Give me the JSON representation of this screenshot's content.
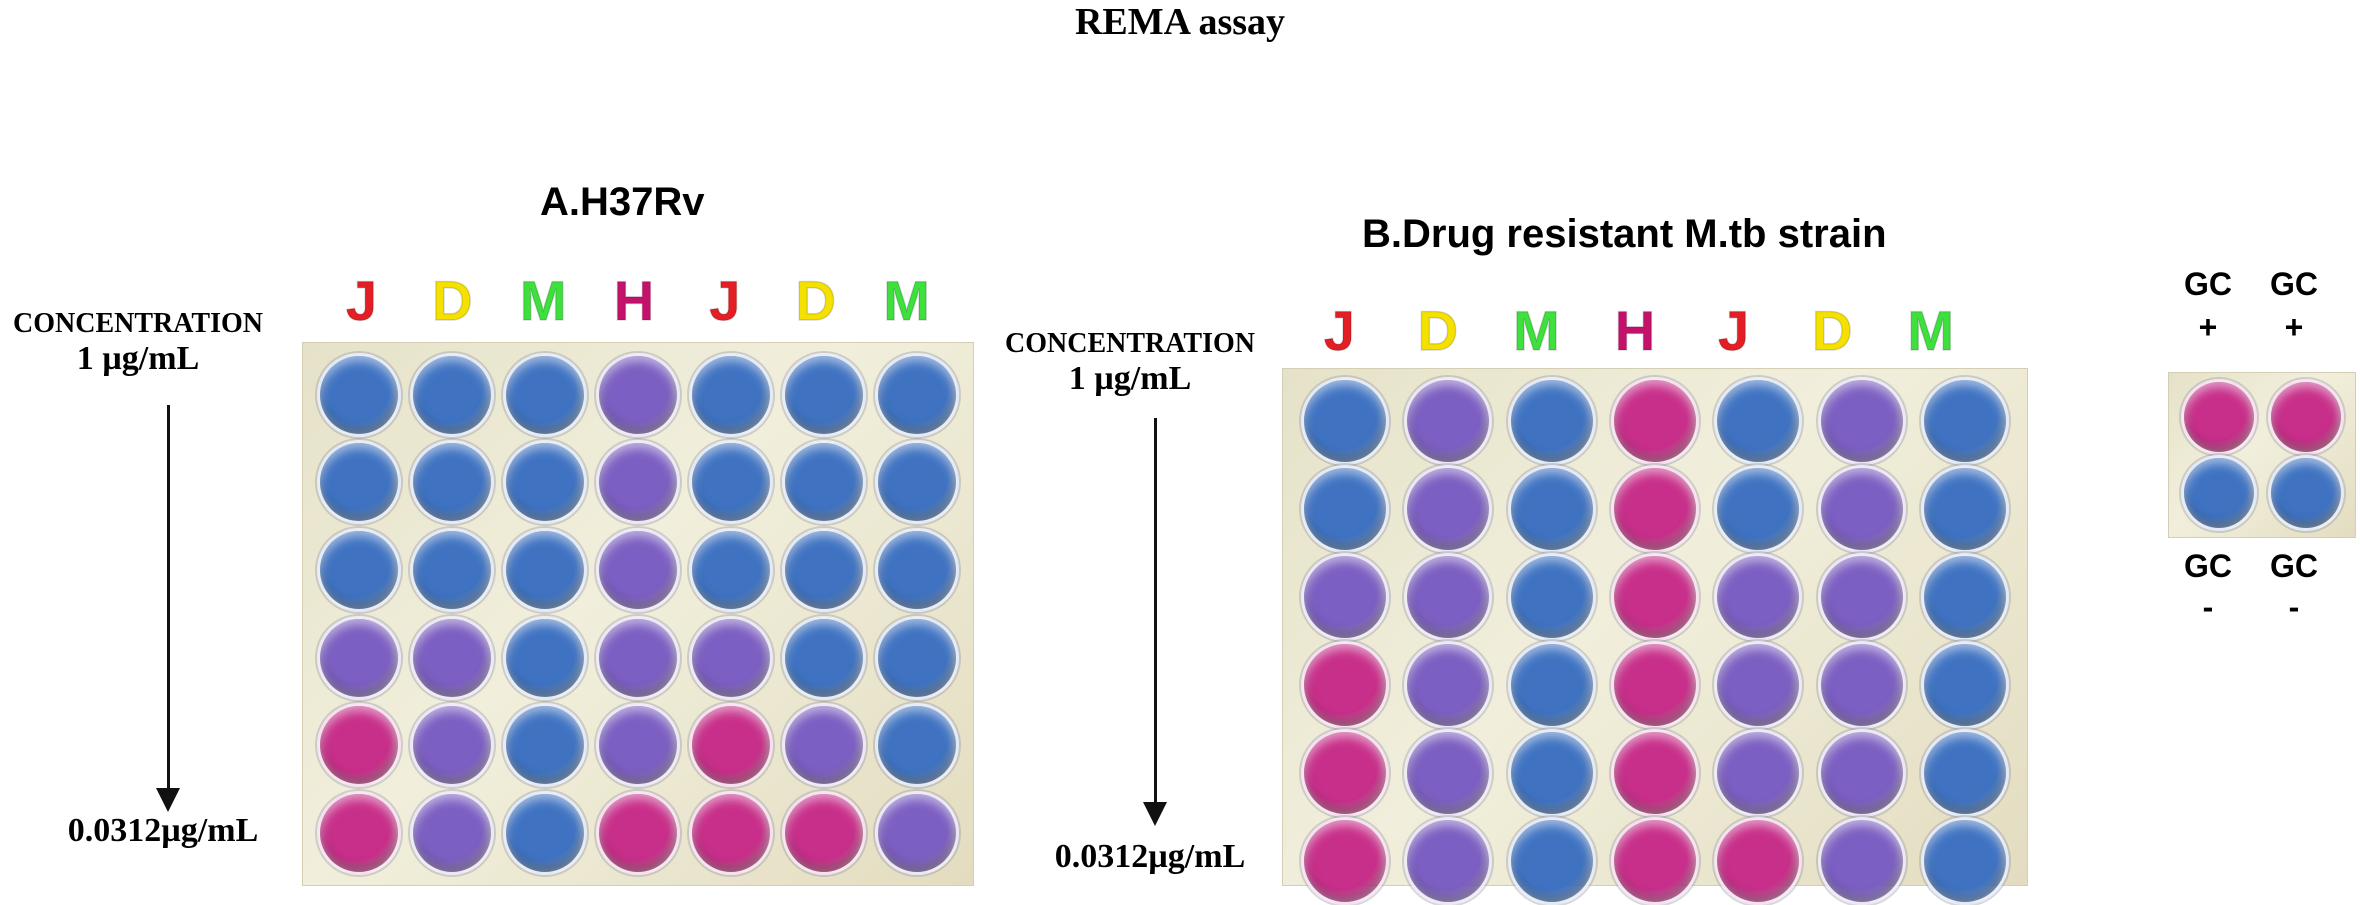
{
  "title": "REMA assay",
  "colors": {
    "blue": "#3f73c2",
    "purple": "#7c5fc2",
    "pink": "#c82f8a",
    "label_red": "#e31e24",
    "label_yellow": "#f5e100",
    "label_green": "#3ee03e",
    "label_magenta": "#c4126b"
  },
  "panel_a": {
    "title": "A.H37Rv",
    "concentration_label": "CONCENTRATION",
    "top_concentration": "1 µg/mL",
    "bottom_concentration": "0.0312µg/mL",
    "columns": [
      {
        "label": "J",
        "color": "#e31e24"
      },
      {
        "label": "D",
        "color": "#f5e100"
      },
      {
        "label": "M",
        "color": "#3ee03e"
      },
      {
        "label": "H",
        "color": "#c4126b"
      },
      {
        "label": "J",
        "color": "#e31e24"
      },
      {
        "label": "D",
        "color": "#f5e100"
      },
      {
        "label": "M",
        "color": "#3ee03e"
      }
    ],
    "wells": [
      [
        "blue",
        "blue",
        "blue",
        "purple",
        "blue",
        "blue",
        "blue"
      ],
      [
        "blue",
        "blue",
        "blue",
        "purple",
        "blue",
        "blue",
        "blue"
      ],
      [
        "blue",
        "blue",
        "blue",
        "purple",
        "blue",
        "blue",
        "blue"
      ],
      [
        "purple",
        "purple",
        "blue",
        "purple",
        "purple",
        "blue",
        "blue"
      ],
      [
        "pink",
        "purple",
        "blue",
        "purple",
        "pink",
        "purple",
        "blue"
      ],
      [
        "pink",
        "purple",
        "blue",
        "pink",
        "pink",
        "pink",
        "purple"
      ]
    ]
  },
  "panel_b": {
    "title": "B.Drug resistant M.tb strain",
    "concentration_label": "CONCENTRATION",
    "top_concentration": "1 µg/mL",
    "bottom_concentration": "0.0312µg/mL",
    "columns": [
      {
        "label": "J",
        "color": "#e31e24"
      },
      {
        "label": "D",
        "color": "#f5e100"
      },
      {
        "label": "M",
        "color": "#3ee03e"
      },
      {
        "label": "H",
        "color": "#c4126b"
      },
      {
        "label": "J",
        "color": "#e31e24"
      },
      {
        "label": "D",
        "color": "#f5e100"
      },
      {
        "label": "M",
        "color": "#3ee03e"
      }
    ],
    "wells": [
      [
        "blue",
        "purple",
        "blue",
        "pink",
        "blue",
        "purple",
        "blue"
      ],
      [
        "blue",
        "purple",
        "blue",
        "pink",
        "blue",
        "purple",
        "blue"
      ],
      [
        "purple",
        "purple",
        "blue",
        "pink",
        "purple",
        "purple",
        "blue"
      ],
      [
        "pink",
        "purple",
        "blue",
        "pink",
        "purple",
        "purple",
        "blue"
      ],
      [
        "pink",
        "purple",
        "blue",
        "pink",
        "purple",
        "purple",
        "blue"
      ],
      [
        "pink",
        "purple",
        "blue",
        "pink",
        "pink",
        "purple",
        "blue"
      ]
    ]
  },
  "growth_controls": {
    "positive_label": "GC",
    "positive_sign": "+",
    "negative_label": "GC",
    "negative_sign": "-",
    "wells": [
      [
        "pink",
        "pink"
      ],
      [
        "blue",
        "blue"
      ]
    ]
  }
}
